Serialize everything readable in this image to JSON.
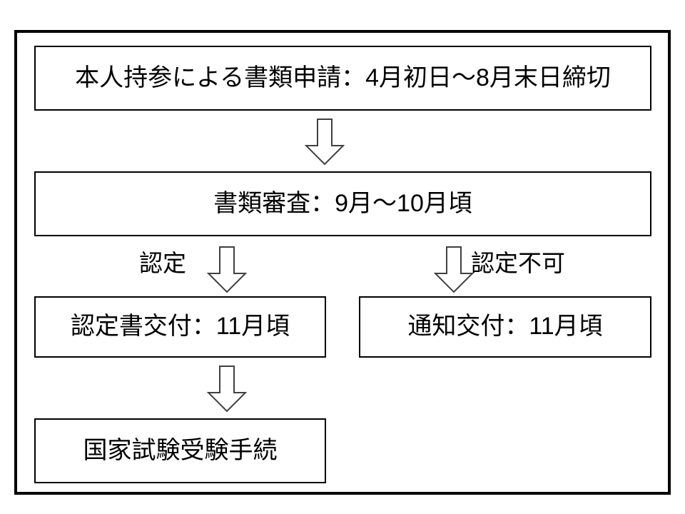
{
  "diagram": {
    "title_text": "",
    "colors": {
      "background": "#ffffff",
      "frame_border": "#000000",
      "box_border": "#000000",
      "text": "#000000",
      "arrow_outline": "#404040",
      "arrow_fill": "#ffffff"
    },
    "nodes": [
      {
        "id": "apply",
        "text": "本人持参による書類申請：4月初日〜8月末日締切",
        "icon": "process-box"
      },
      {
        "id": "review",
        "text": "書類審査：9月〜10月頃",
        "icon": "process-box"
      },
      {
        "id": "certificate",
        "text": "認定書交付：11月頃",
        "icon": "process-box"
      },
      {
        "id": "notice",
        "text": "通知交付：11月頃",
        "icon": "process-box"
      },
      {
        "id": "exam",
        "text": "国家試験受験手続",
        "icon": "process-box"
      }
    ],
    "connectors": [
      {
        "id": "apply-to-review",
        "from": "apply",
        "to": "review",
        "icon": "down-block-arrow-icon",
        "label": ""
      },
      {
        "id": "review-to-certificate",
        "from": "review",
        "to": "certificate",
        "icon": "down-block-arrow-icon",
        "label": "認定"
      },
      {
        "id": "review-to-notice",
        "from": "review",
        "to": "notice",
        "icon": "down-block-arrow-icon",
        "label": "認定不可"
      },
      {
        "id": "certificate-to-exam",
        "from": "certificate",
        "to": "exam",
        "icon": "down-block-arrow-icon",
        "label": ""
      }
    ]
  }
}
